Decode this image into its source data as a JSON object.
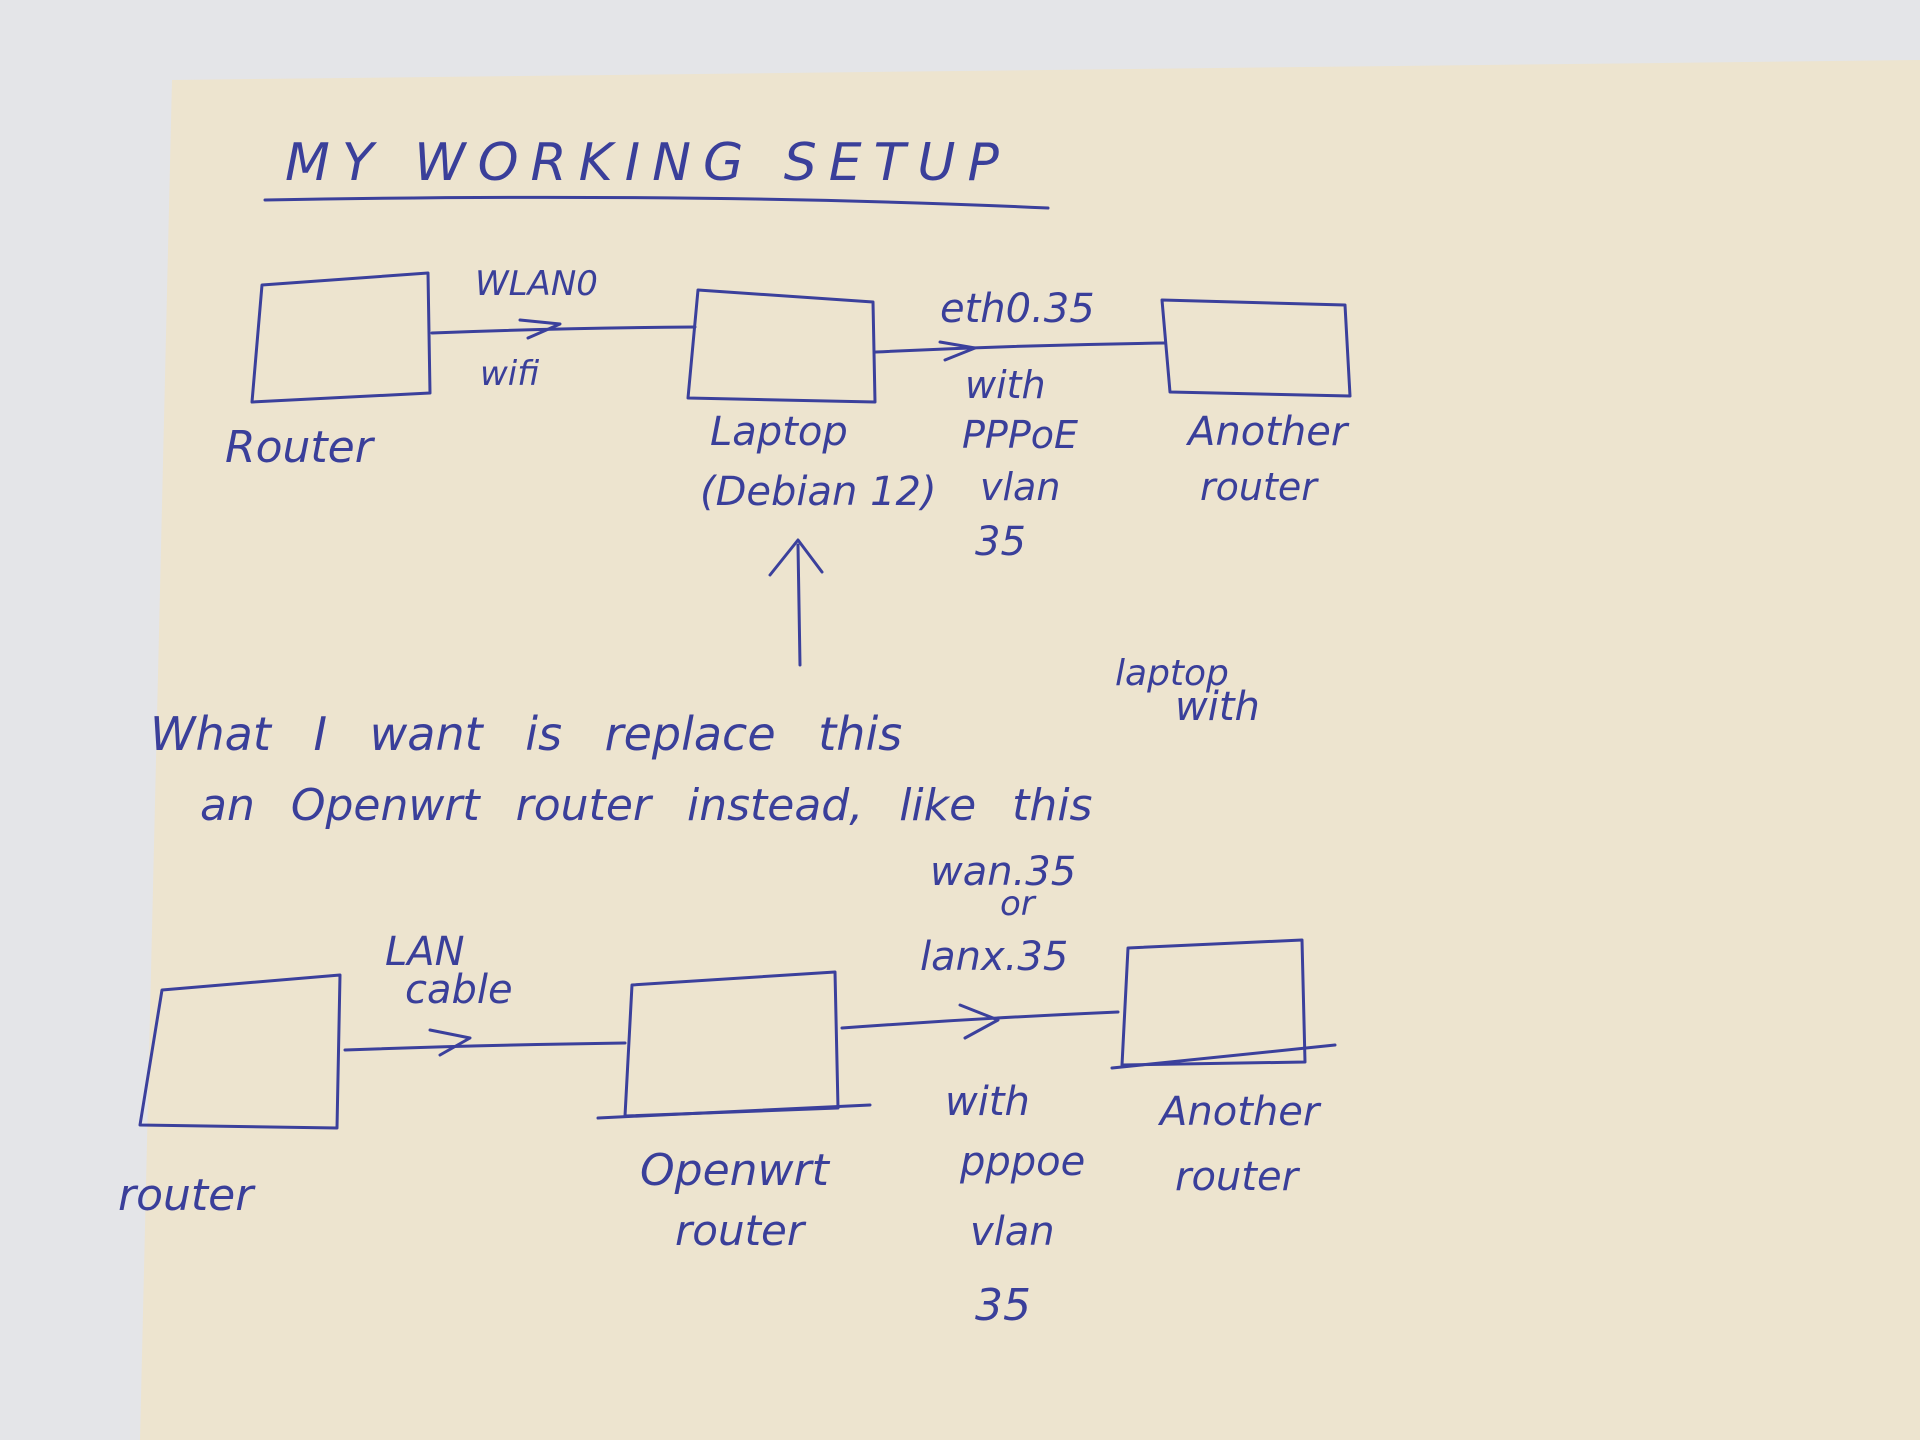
{
  "title": "MY WORKING SETUP",
  "colors": {
    "ink": "#3b409c",
    "paper": "#ede4cf",
    "table": "#e4e5e8"
  },
  "top_diagram": {
    "router_label": "Router",
    "link1_top": "WLAN0",
    "link1_bottom": "wifi",
    "laptop_label_1": "Laptop",
    "laptop_label_2": "(Debian 12)",
    "link2_top": "eth0.35",
    "link2_notes": [
      "with",
      "PPPoE",
      "vlan",
      "35"
    ],
    "another_router_1": "Another",
    "another_router_2": "router"
  },
  "note": {
    "line1": "What I want is replace this",
    "laptop_with_1": "laptop",
    "laptop_with_2": "with",
    "line2": "an Openwrt router instead, like this"
  },
  "bottom_diagram": {
    "router_label": "router",
    "link1_top_1": "LAN",
    "link1_top_2": "cable",
    "openwrt_label_1": "Openwrt",
    "openwrt_label_2": "router",
    "link2_top": [
      "wan.35",
      "or",
      "lanx.35"
    ],
    "link2_notes": [
      "with",
      "pppoe",
      "vlan",
      "35"
    ],
    "another_router_1": "Another",
    "another_router_2": "router"
  }
}
